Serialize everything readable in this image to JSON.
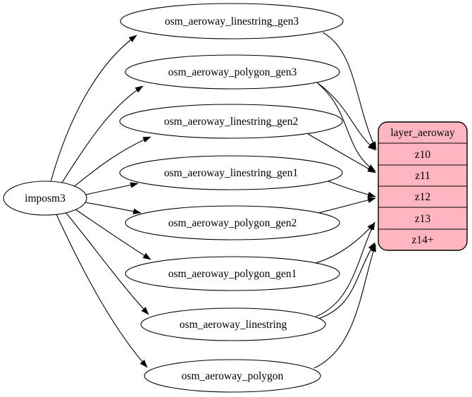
{
  "diagram": {
    "background": "#ffffff",
    "edge_color": "#000000",
    "source_node": {
      "label": "imposm3"
    },
    "table_nodes": [
      {
        "label": "osm_aeroway_linestring_gen3"
      },
      {
        "label": "osm_aeroway_polygon_gen3"
      },
      {
        "label": "osm_aeroway_linestring_gen2"
      },
      {
        "label": "osm_aeroway_linestring_gen1"
      },
      {
        "label": "osm_aeroway_polygon_gen2"
      },
      {
        "label": "osm_aeroway_polygon_gen1"
      },
      {
        "label": "osm_aeroway_linestring"
      },
      {
        "label": "osm_aeroway_polygon"
      }
    ],
    "layer_node": {
      "title": "layer_aeroway",
      "fill_color": "#FFB6C1",
      "border_color": "#000000",
      "rows": [
        {
          "label": "z10"
        },
        {
          "label": "z11"
        },
        {
          "label": "z12"
        },
        {
          "label": "z13"
        },
        {
          "label": "z14+"
        }
      ]
    },
    "edges": [
      {
        "from": "imposm3",
        "to": "osm_aeroway_linestring_gen3"
      },
      {
        "from": "imposm3",
        "to": "osm_aeroway_polygon_gen3"
      },
      {
        "from": "imposm3",
        "to": "osm_aeroway_linestring_gen2"
      },
      {
        "from": "imposm3",
        "to": "osm_aeroway_linestring_gen1"
      },
      {
        "from": "imposm3",
        "to": "osm_aeroway_polygon_gen2"
      },
      {
        "from": "imposm3",
        "to": "osm_aeroway_polygon_gen1"
      },
      {
        "from": "imposm3",
        "to": "osm_aeroway_linestring"
      },
      {
        "from": "imposm3",
        "to": "osm_aeroway_polygon"
      },
      {
        "from": "osm_aeroway_linestring_gen3",
        "to": "layer_aeroway:z10"
      },
      {
        "from": "osm_aeroway_polygon_gen3",
        "to": "layer_aeroway:z10"
      },
      {
        "from": "osm_aeroway_polygon_gen3",
        "to": "layer_aeroway:z11"
      },
      {
        "from": "osm_aeroway_linestring_gen2",
        "to": "layer_aeroway:z11"
      },
      {
        "from": "osm_aeroway_linestring_gen1",
        "to": "layer_aeroway:z12"
      },
      {
        "from": "osm_aeroway_polygon_gen2",
        "to": "layer_aeroway:z12"
      },
      {
        "from": "osm_aeroway_polygon_gen1",
        "to": "layer_aeroway:z13"
      },
      {
        "from": "osm_aeroway_linestring",
        "to": "layer_aeroway:z13"
      },
      {
        "from": "osm_aeroway_linestring",
        "to": "layer_aeroway:z14+"
      },
      {
        "from": "osm_aeroway_polygon",
        "to": "layer_aeroway:z14+"
      }
    ]
  }
}
